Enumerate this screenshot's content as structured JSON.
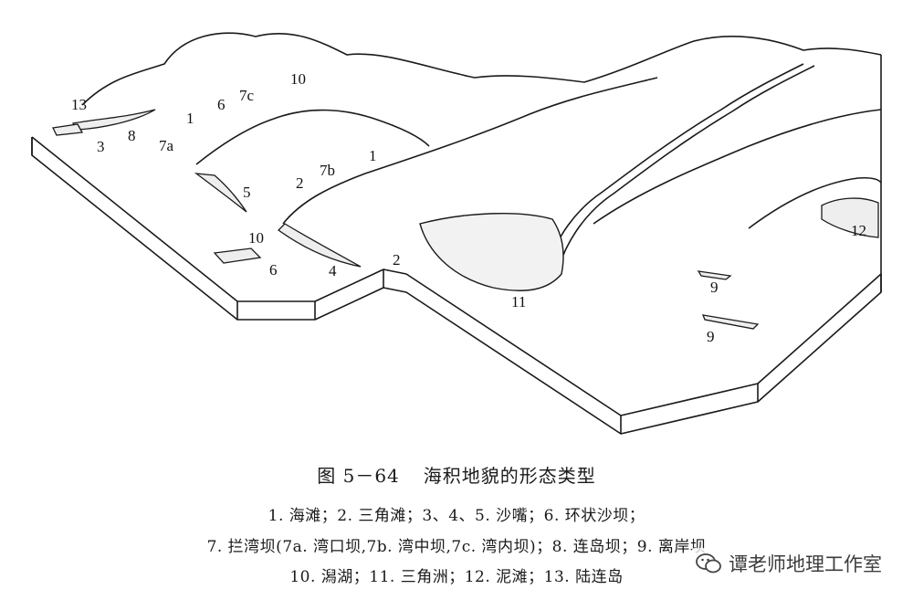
{
  "figure": {
    "number": "图 5－64",
    "title": "海积地貌的形态类型",
    "labels": [
      "13",
      "3",
      "8",
      "7a",
      "1",
      "6",
      "7c",
      "10",
      "1",
      "7b",
      "2",
      "5",
      "10",
      "6",
      "4",
      "2",
      "11",
      "9",
      "9",
      "12"
    ]
  },
  "legend": {
    "line1": "1. 海滩；2. 三角滩；3、4、5. 沙嘴；6. 环状沙坝；",
    "line2": "7. 拦湾坝(7a. 湾口坝,7b. 湾中坝,7c. 湾内坝)；8. 连岛坝；9. 离岸坝",
    "line3": "10. 潟湖；11. 三角洲；12. 泥滩；13. 陆连岛"
  },
  "watermark": {
    "icon": "wechat-icon",
    "text": "谭老师地理工作室"
  }
}
